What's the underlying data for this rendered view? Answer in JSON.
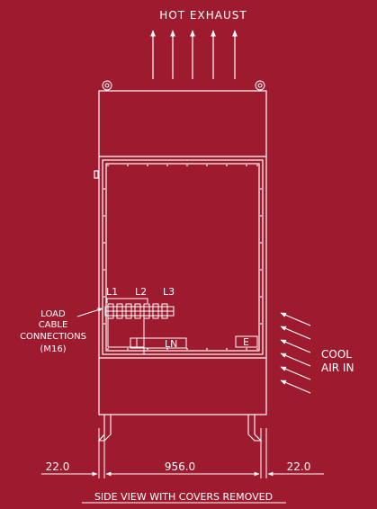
{
  "colors": {
    "background": "#9e1a2e",
    "line": "#ffffff"
  },
  "labels": {
    "hot_exhaust": "HOT EXHAUST",
    "load_cable_line1": "LOAD",
    "load_cable_line2": "CABLE",
    "load_cable_line3": "CONNECTIONS",
    "load_cable_line4": "(M16)",
    "cool_air_line1": "COOL",
    "cool_air_line2": "AIR IN",
    "terminal_l1": "L1",
    "terminal_l2": "L2",
    "terminal_l3": "L3",
    "neutral_bar": "LN",
    "earth_bar": "E",
    "caption": "SIDE VIEW WITH COVERS REMOVED"
  },
  "dimensions": {
    "left_clearance": "22.0",
    "cabinet_width": "956.0",
    "right_clearance": "22.0"
  }
}
